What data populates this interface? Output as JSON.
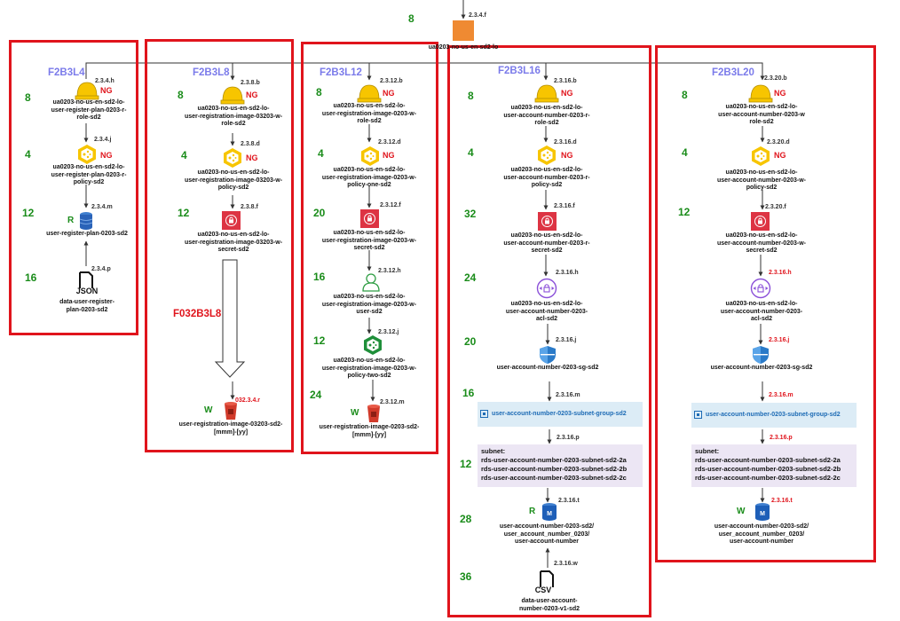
{
  "top": {
    "number": "8",
    "tag": "2.3.4.f",
    "label": "ua0203-no-us-en-sd2-lo"
  },
  "accent": {
    "box": "#e0141c",
    "title": "#7b7bea",
    "number": "#1a8c1a",
    "ng": "#e0141c"
  },
  "c1": {
    "title": "F2B3L4",
    "n1": "8",
    "t1": "2.3.4.h",
    "ng1": "NG",
    "l1": "ua0203-no-us-en-sd2-lo-\nuser-register-plan-0203-r-\nrole-sd2",
    "n2": "4",
    "t2": "2.3.4.j",
    "ng2": "NG",
    "l2": "ua0203-no-us-en-sd2-lo-\nuser-register-plan-0203-r-\npolicy-sd2",
    "n3": "12",
    "t3": "2.3.4.m",
    "r3": "R",
    "l3": "user-register-plan-0203-sd2",
    "n4": "16",
    "t4": "2.3.4.p",
    "i4": "JSON",
    "l4": "data-user-register-\nplan-0203-sd2"
  },
  "c2": {
    "title": "F2B3L8",
    "n1": "8",
    "t1": "2.3.8.b",
    "ng1": "NG",
    "l1": "ua0203-no-us-en-sd2-lo-\nuser-registration-image-03203-w-\nrole-sd2",
    "n2": "4",
    "t2": "2.3.8.d",
    "ng2": "NG",
    "l2": "ua0203-no-us-en-sd2-lo-\nuser-registration-image-03203-w-\npolicy-sd2",
    "n3": "12",
    "t3": "2.3.8.f",
    "l3": "ua0203-no-us-en-sd2-lo-\nuser-registration-image-03203-w-\nsecret-sd2",
    "flow": "F032B3L8",
    "t4": "032.3.4.r",
    "w4": "W",
    "l4": "user-registration-image-03203-sd2-\n[mmm]-[yy]"
  },
  "c3": {
    "title": "F2B3L12",
    "n1": "8",
    "t1": "2.3.12.b",
    "ng1": "NG",
    "l1": "ua0203-no-us-en-sd2-lo-\nuser-registration-image-0203-w-\nrole-sd2",
    "n2": "4",
    "t2": "2.3.12.d",
    "ng2": "NG",
    "l2": "ua0203-no-us-en-sd2-lo-\nuser-registration-image-0203-w-\npolicy-one-sd2",
    "n3": "20",
    "t3": "2.3.12.f",
    "l3": "ua0203-no-us-en-sd2-lo-\nuser-registration-image-0203-w-\nsecret-sd2",
    "n4": "16",
    "t4": "2.3.12.h",
    "l4": "ua0203-no-us-en-sd2-lo-\nuser-registration-image-0203-w-\nuser-sd2",
    "n5": "12",
    "t5": "2.3.12.j",
    "l5": "ua0203-no-us-en-sd2-lo-\nuser-registration-image-0203-w-\npolicy-two-sd2",
    "n6": "24",
    "t6": "2.3.12.m",
    "w6": "W",
    "l6": "user-registration-image-0203-sd2-\n[mmm]-[yy]"
  },
  "c4": {
    "title": "F2B3L16",
    "n1": "8",
    "t1": "2.3.16.b",
    "ng1": "NG",
    "l1": "ua0203-no-us-en-sd2-lo-\nuser-account-number-0203-r-\nrole-sd2",
    "n2": "4",
    "t2": "2.3.16.d",
    "ng2": "NG",
    "l2": "ua0203-no-us-en-sd2-lo-\nuser-account-number-0203-r-\npolicy-sd2",
    "n3": "32",
    "t3": "2.3.16.f",
    "l3": "ua0203-no-us-en-sd2-lo-\nuser-account-number-0203-r-\nsecret-sd2",
    "n4": "24",
    "t4": "2.3.16.h",
    "l4": "ua0203-no-us-en-sd2-lo-\nuser-account-number-0203-\nacl-sd2",
    "n5": "20",
    "t5": "2.3.16.j",
    "l5": "user-account-number-0203-sg-sd2",
    "n6": "16",
    "t6": "2.3.16.m",
    "l6": "user-account-number-0203-subnet-group-sd2",
    "t7": "2.3.16.p",
    "n7": "12",
    "l7": "subnet:\nrds-user-account-number-0203-subnet-sd2-2a\nrds-user-account-number-0203-subnet-sd2-2b\nrds-user-account-number-0203-subnet-sd2-2c",
    "n8": "28",
    "t8": "2.3.16.t",
    "r8": "R",
    "l8": "user-account-number-0203-sd2/\nuser_account_number_0203/\nuser-account-number",
    "n9": "36",
    "t9": "2.3.16.w",
    "i9": "CSV",
    "l9": "data-user-account-\nnumber-0203-v1-sd2"
  },
  "c5": {
    "title": "F2B3L20",
    "n1": "8",
    "t1": "2.3.20.b",
    "ng1": "NG",
    "l1": "ua0203-no-us-en-sd2-lo-\nuser-account-number-0203-w\nrole-sd2",
    "n2": "4",
    "t2": "2.3.20.d",
    "ng2": "NG",
    "l2": "ua0203-no-us-en-sd2-lo-\nuser-account-number-0203-w-\npolicy-sd2",
    "n3": "12",
    "t3": "2.3.20.f",
    "l3": "ua0203-no-us-en-sd2-lo-\nuser-account-number-0203-w-\nsecret-sd2",
    "t4": "2.3.16.h",
    "l4": "ua0203-no-us-en-sd2-lo-\nuser-account-number-0203-\nacl-sd2",
    "t5": "2.3.16.j",
    "l5": "user-account-number-0203-sg-sd2",
    "t6": "2.3.16.m",
    "l6": "user-account-number-0203-subnet-group-sd2",
    "t7": "2.3.16.p",
    "l7": "subnet:\nrds-user-account-number-0203-subnet-sd2-2a\nrds-user-account-number-0203-subnet-sd2-2b\nrds-user-account-number-0203-subnet-sd2-2c",
    "t8": "2.3.16.t",
    "w8": "W",
    "l8": "user-account-number-0203-sd2/\nuser_account_number_0203/\nuser-account-number"
  }
}
